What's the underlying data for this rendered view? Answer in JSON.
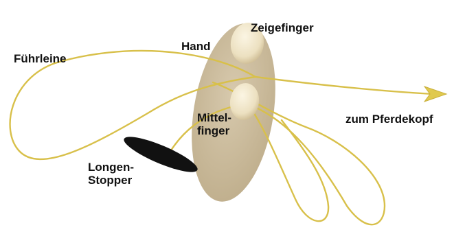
{
  "labels": {
    "leash": "Führleine",
    "hand": "Hand",
    "index_finger": "Zeigefinger",
    "middle_finger_line1": "Mittel-",
    "middle_finger_line2": "finger",
    "stopper_line1": "Longen-",
    "stopper_line2": "Stopper",
    "to_head": "zum Pferdekopf"
  },
  "colors": {
    "hand": "#c9b99a",
    "fingertip": "#efe6cc",
    "rope": "#d8c04a",
    "stopper": "#111111",
    "text": "#111111"
  }
}
